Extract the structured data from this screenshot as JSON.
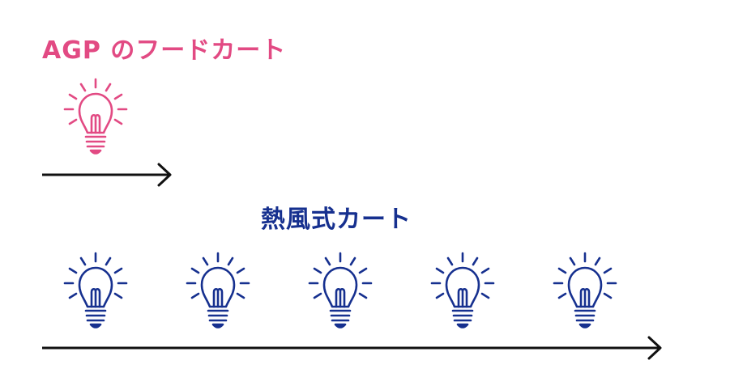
{
  "agp": {
    "title": "AGP のフードカート",
    "color": "#e24a83",
    "bulb_count": 1
  },
  "heat": {
    "title": "熱風式カート",
    "color": "#16308f",
    "bulb_count": 5
  },
  "icons": {
    "bulb": "light-bulb-icon",
    "arrow": "arrow-right-icon"
  },
  "arrow_color": "#111111"
}
